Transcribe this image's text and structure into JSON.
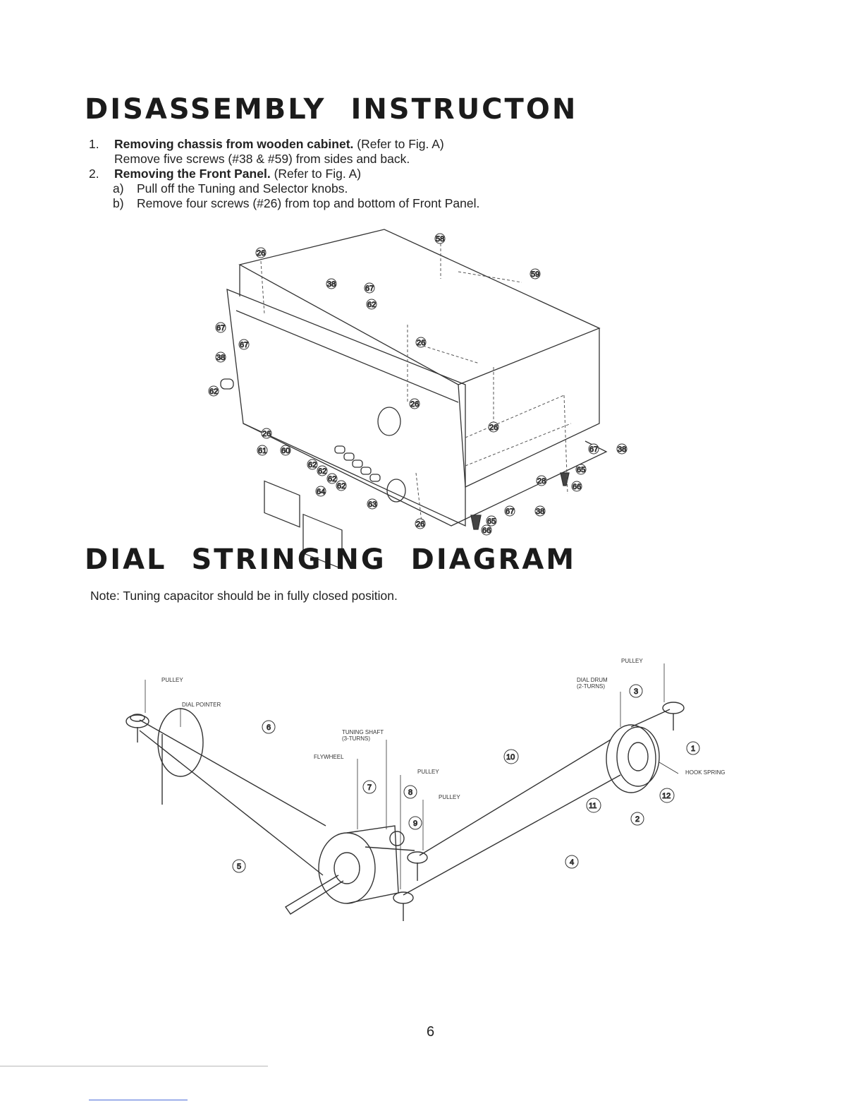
{
  "section1": {
    "title": "DISASSEMBLY INSTRUCTON",
    "steps": [
      {
        "num": "1.",
        "bold": "Removing chassis from wooden cabinet.",
        "normal": " (Refer to Fig. A)",
        "detail": "Remove five screws (#38 & #59) from sides and back."
      },
      {
        "num": "2.",
        "bold": "Removing the Front Panel.",
        "normal": " (Refer to Fig. A)"
      }
    ],
    "substeps": [
      {
        "letter": "a)",
        "text": "Pull off the Tuning and Selector knobs."
      },
      {
        "letter": "b)",
        "text": "Remove four screws (#26) from top and bottom of Front Panel."
      }
    ]
  },
  "figA": {
    "callouts": [
      "26",
      "58",
      "59",
      "38",
      "67",
      "62",
      "26",
      "67",
      "38",
      "67",
      "62",
      "26",
      "61",
      "60",
      "62",
      "62",
      "62",
      "62",
      "64",
      "63",
      "26",
      "26",
      "38",
      "67",
      "65",
      "28",
      "66",
      "26",
      "67",
      "38",
      "65",
      "66"
    ]
  },
  "section2": {
    "title": "DIAL STRINGING DIAGRAM",
    "note": "Note: Tuning capacitor should be in fully closed position."
  },
  "dial": {
    "labels": {
      "pulley_left": "PULLEY",
      "dial_pointer": "DIAL POINTER",
      "tuning_shaft": "TUNING SHAFT",
      "tuning_shaft_turns": "(3-TURNS)",
      "flywheel": "FLYWHEEL",
      "pulley_mid1": "PULLEY",
      "pulley_mid2": "PULLEY",
      "pulley_right": "PULLEY",
      "dial_drum": "DIAL DRUM",
      "dial_drum_turns": "(2-TURNS)",
      "hook_spring": "HOOK SPRING"
    },
    "numbers": [
      "1",
      "2",
      "3",
      "4",
      "5",
      "6",
      "7",
      "8",
      "9",
      "10",
      "11",
      "12"
    ]
  },
  "page_number": "6"
}
